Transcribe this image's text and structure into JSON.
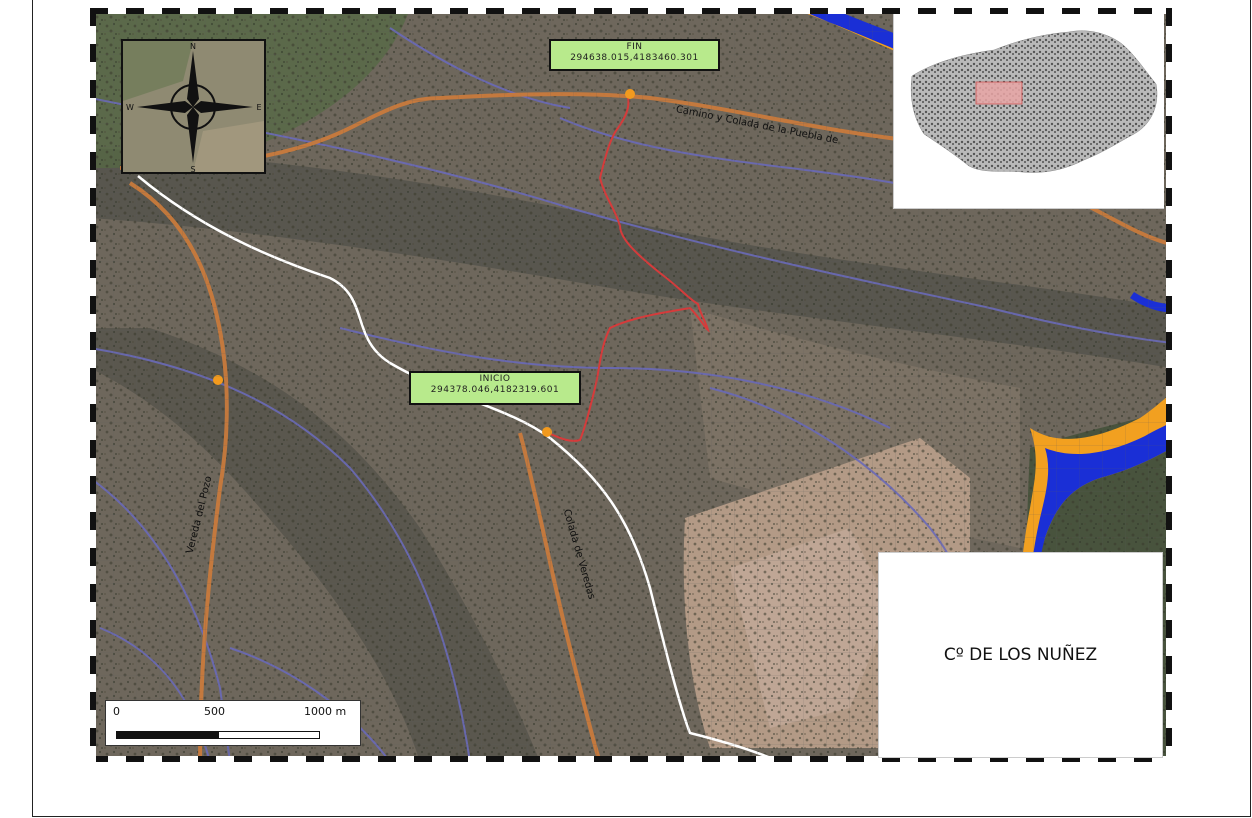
{
  "labels": {
    "fin": {
      "title": "FIN",
      "coords": "294638.015,4183460.301"
    },
    "inicio": {
      "title": "INICIO",
      "coords": "294378.046,4182319.601"
    }
  },
  "title": "Cº DE LOS NUÑEZ",
  "scalebar": {
    "ticks": [
      "0",
      "500",
      "1000 m"
    ]
  },
  "road_labels": {
    "camino": "Camino y Colada de la Puebla de",
    "colada": "Colada de Veredas",
    "vereda": "Vereda del Pozo"
  },
  "compass": {
    "n": "N",
    "s": "S",
    "e": "E",
    "w": "W"
  },
  "colors": {
    "route": "#d63b3b",
    "cattle_track": "#c87a3c",
    "road": "#ffffff",
    "water": "#1a2fd6",
    "riverbank": "#f2a020",
    "stream": "#6a6ab8",
    "label_fill": "#b8ea8c"
  }
}
